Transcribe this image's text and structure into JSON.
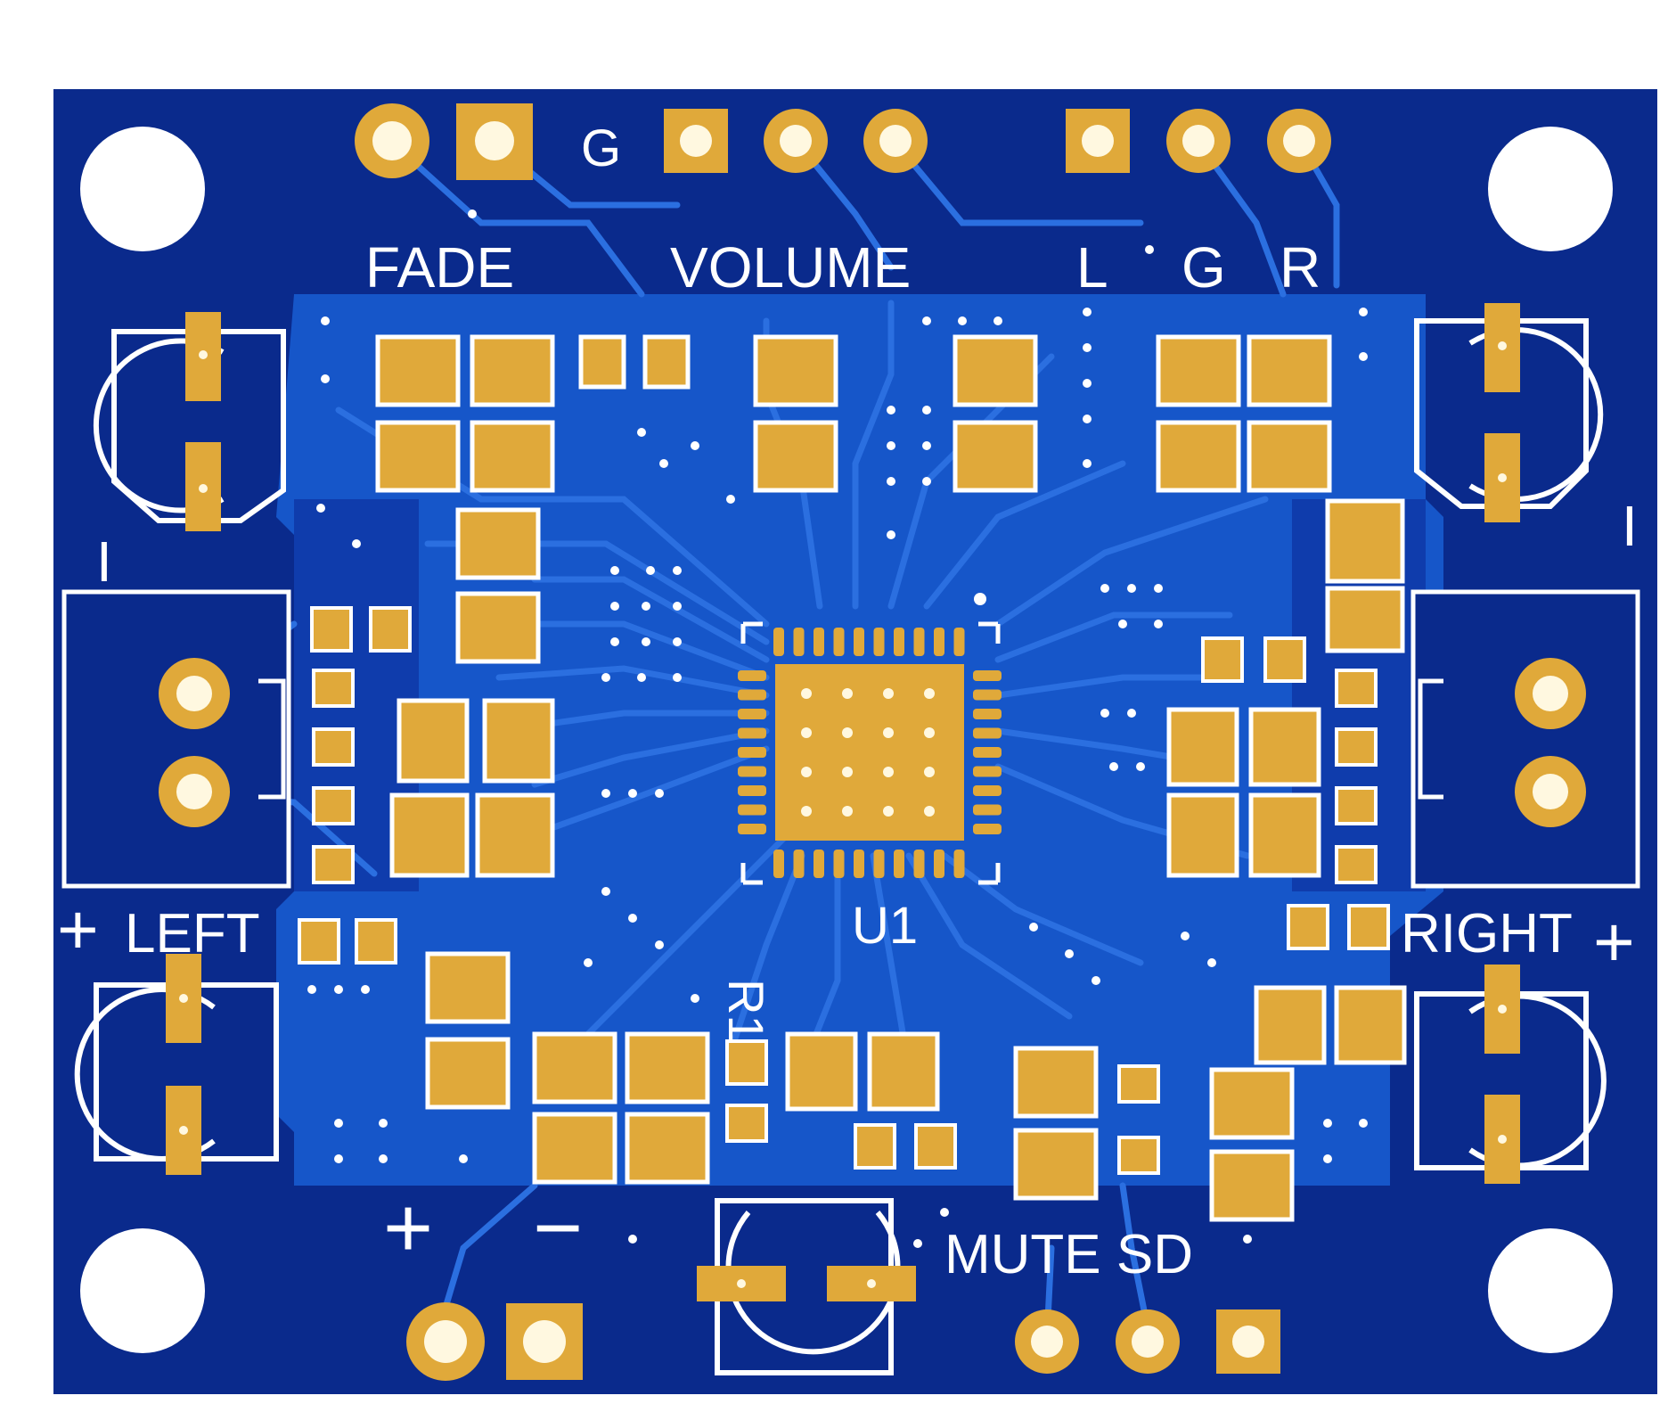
{
  "colors": {
    "background": "#ffffff",
    "board": "#0a2a8c",
    "copper_pour": "#1656c9",
    "trace": "#1f63d6",
    "pad": "#e0a93a",
    "silkscreen": "#ffffff"
  },
  "labels": {
    "top_g": "G",
    "fade": "FADE",
    "volume": "VOLUME",
    "l": "L",
    "g": "G",
    "r": "R",
    "left": "LEFT",
    "right": "RIGHT",
    "u1": "U1",
    "mute_sd": "MUTE SD",
    "r1": "R1",
    "plus": "+",
    "minus": "−",
    "left_plus": "+",
    "right_plus": "+",
    "left_bar": "I",
    "right_bar": "I"
  },
  "components": {
    "ic": "U1",
    "ic_package": "QFN",
    "mounting_holes": 4,
    "electrolytic_capacitors": 5
  }
}
